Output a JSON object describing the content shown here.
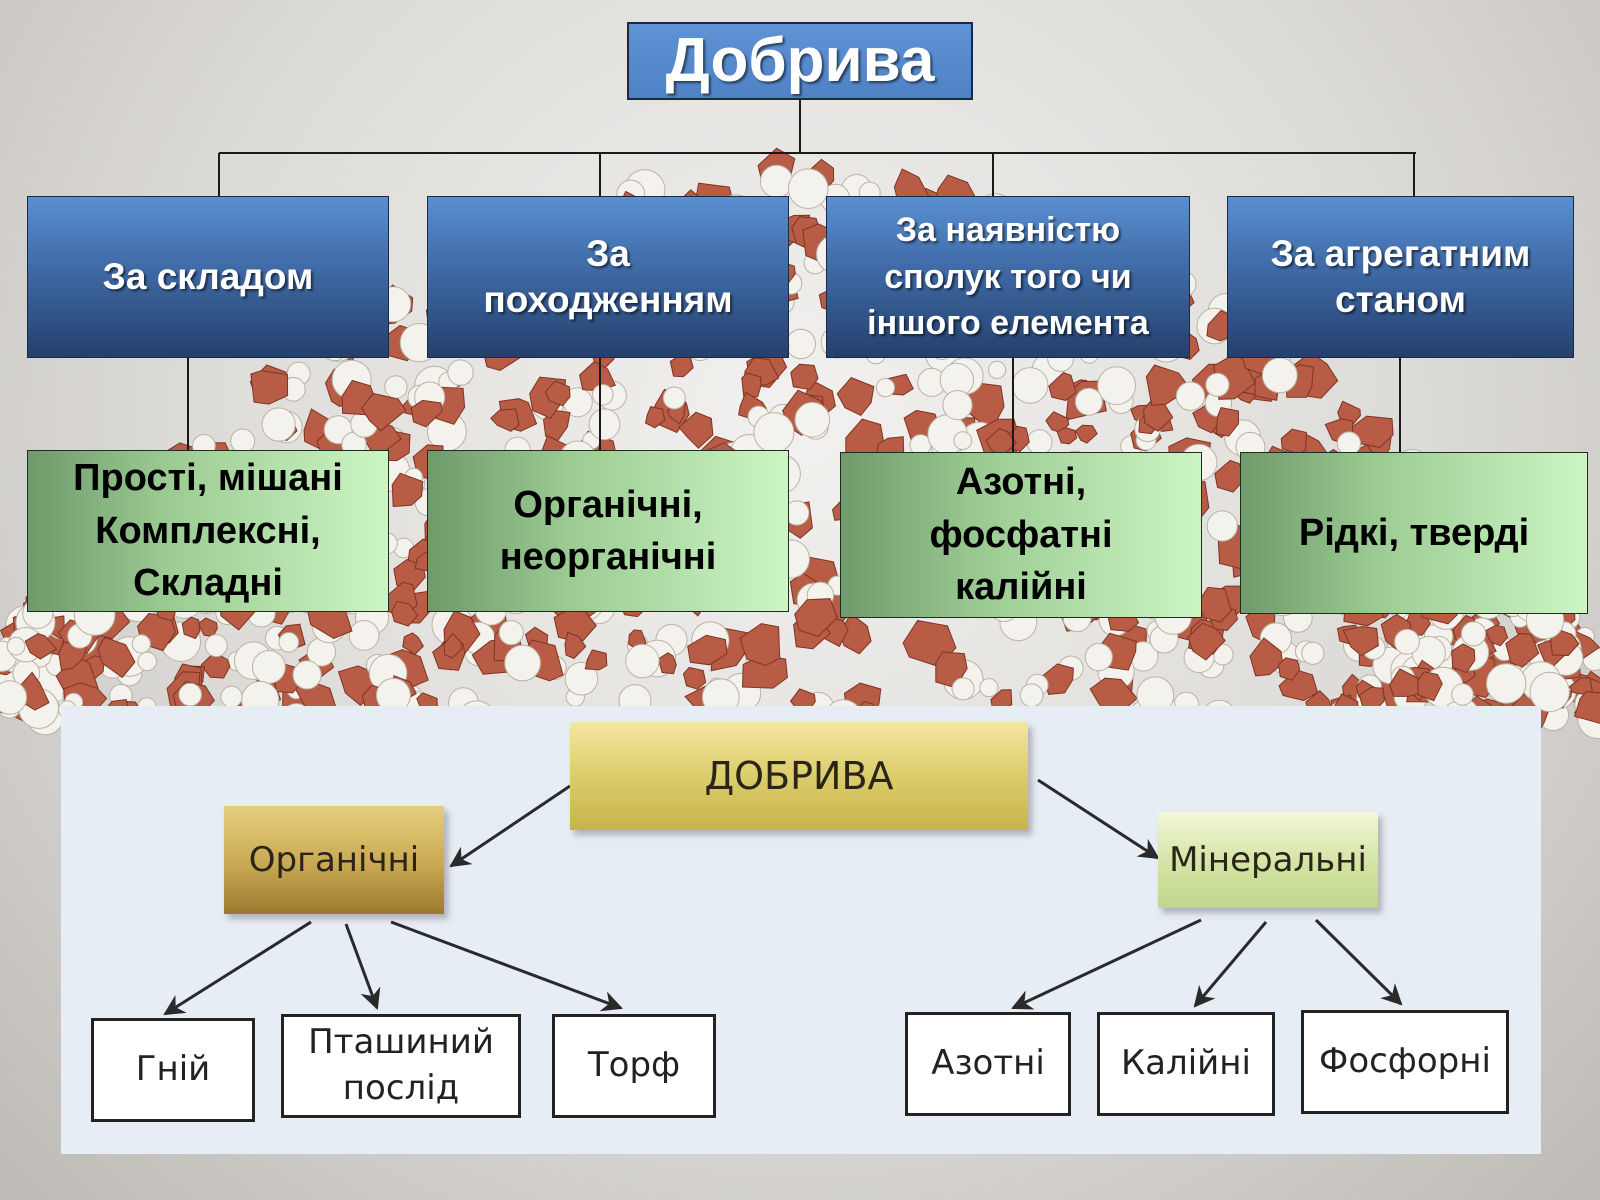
{
  "title": "Добрива",
  "categories": [
    {
      "label": "За складом",
      "result": "Прості, мішані\nКомплексні,\nСкладні"
    },
    {
      "label": "За\nпоходженням",
      "result": "Органічні,\nнеорганічні"
    },
    {
      "label": "За наявністю\nсполук того чи\nіншого елемента",
      "result": "Азотні,\nфосфатні\nкалійні"
    },
    {
      "label": "За агрегатним\nстаном",
      "result": "Рідкі, тверді"
    }
  ],
  "lower_diagram": {
    "root": "ДОБРИВА",
    "branches": [
      {
        "label": "Органічні",
        "items": [
          "Гній",
          "Пташиний\nпослід",
          "Торф"
        ]
      },
      {
        "label": "Мінеральні",
        "items": [
          "Азотні",
          "Калійні",
          "Фосфорні"
        ]
      }
    ]
  },
  "colors": {
    "header_blue": "#4f82c4",
    "category_blue": "#3f6aa6",
    "result_green": "#9ccc93",
    "granule_red": "#b85c45",
    "granule_white": "#f4f2ec"
  }
}
